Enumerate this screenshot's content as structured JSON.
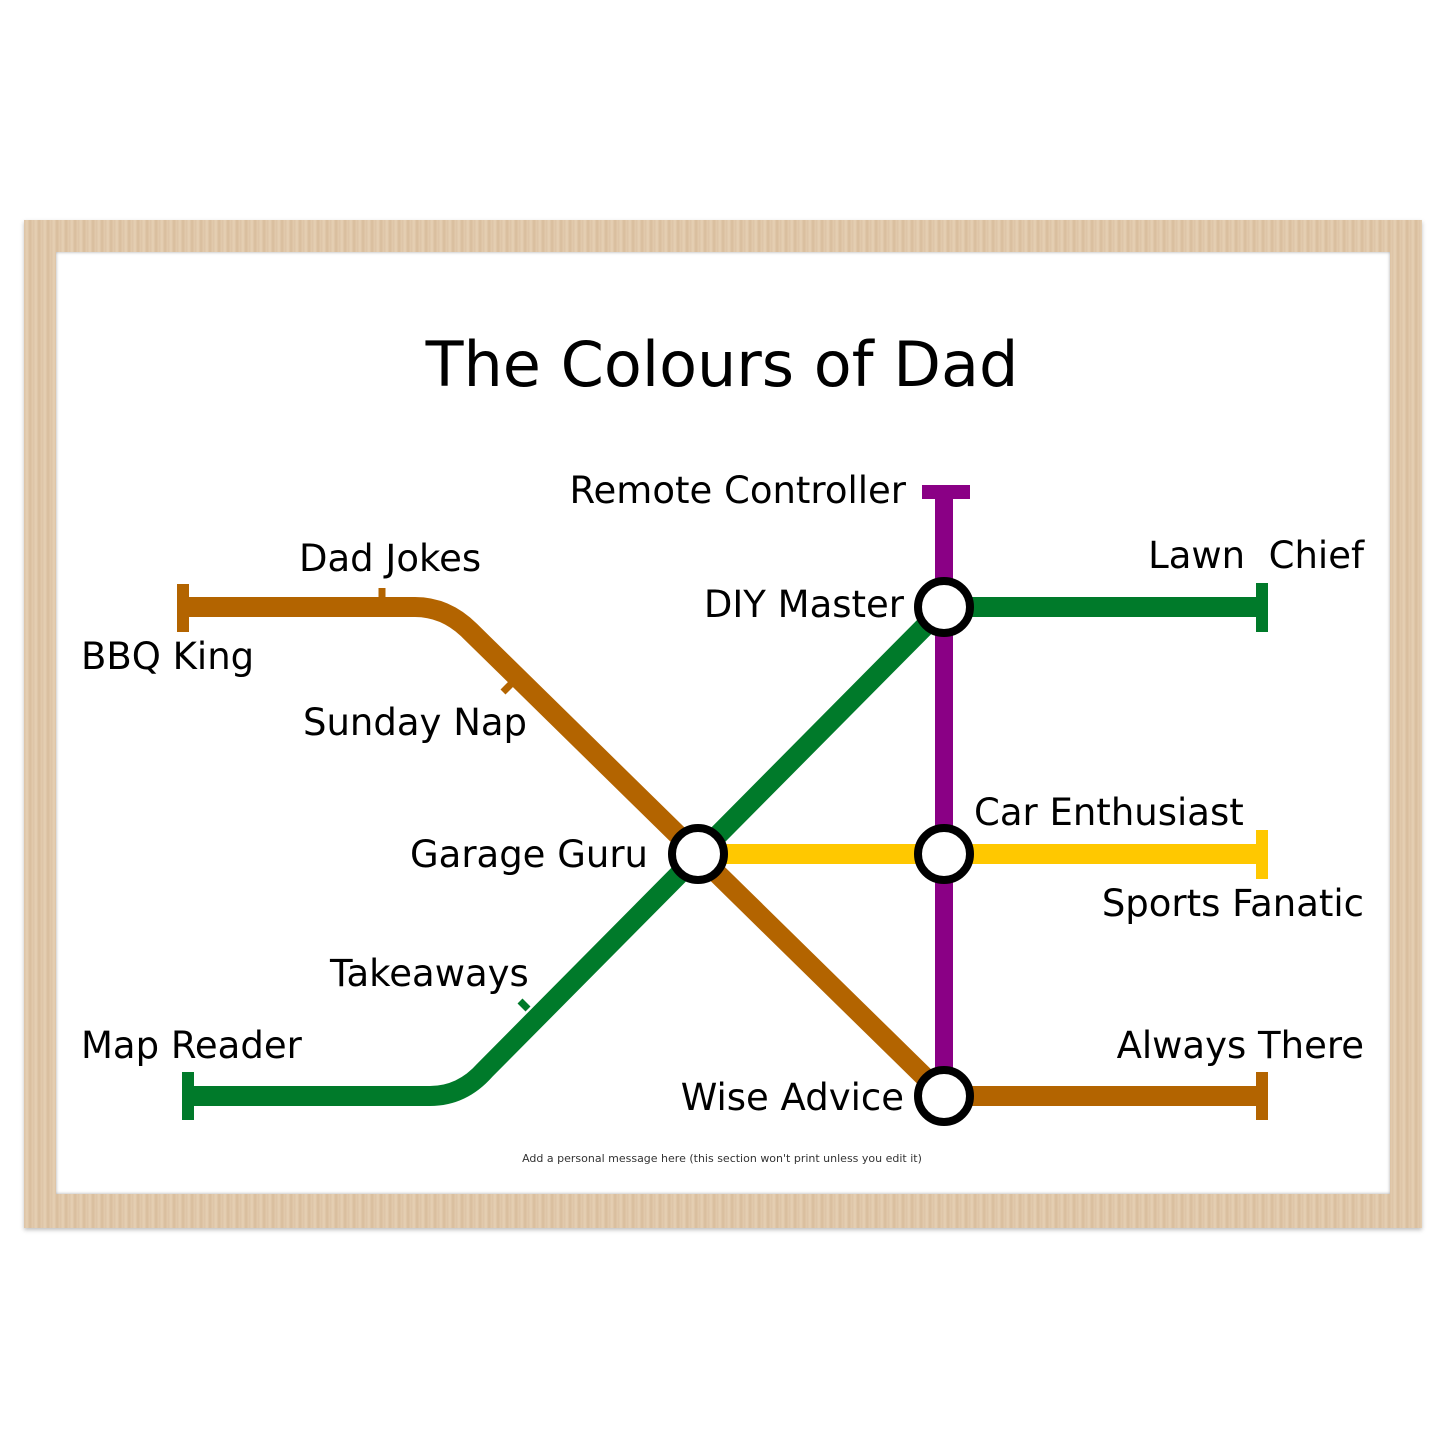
{
  "title": "The Colours of Dad",
  "footer_message": "Add a personal message here (this section won't print unless you edit it)",
  "colors": {
    "brown": "#b36400",
    "green": "#007a2a",
    "purple": "#8a0085",
    "yellow": "#ffc800",
    "frame": "#dcc3a5"
  },
  "stations": {
    "remote_controller": "Remote Controller",
    "dad_jokes": "Dad Jokes",
    "bbq_king": "BBQ King",
    "sunday_nap": "Sunday Nap",
    "diy_master": "DIY Master",
    "lawn_chief": "Lawn  Chief",
    "car_enthusiast": "Car Enthusiast",
    "garage_guru": "Garage Guru",
    "sports_fanatic": "Sports Fanatic",
    "takeaways": "Takeaways",
    "map_reader": "Map Reader",
    "always_there": "Always There",
    "wise_advice": "Wise Advice"
  }
}
